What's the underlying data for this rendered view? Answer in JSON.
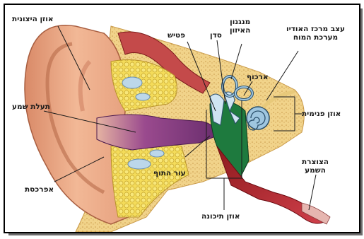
{
  "labels": {
    "outer_ear": "אוזן היצונית",
    "ear_canal": "תעלת שמע",
    "earlobe": "אפרכסת",
    "hammer": "פטיש",
    "anvil": "סדן",
    "balance_1": "מנגנון",
    "balance_2": "האיזון",
    "nerve_1": "עצב מרכז האודיו",
    "nerve_2": "מערכת המוח",
    "cochlea": "ארכוף",
    "inner_ear": "אוזן פנימית",
    "eardrum": "עור התוף",
    "middle_ear": "אוזן תיכונה",
    "tube_1": "הצוצרת",
    "tube_2": "השמע"
  },
  "colors": {
    "skin": "#e8a584",
    "bone": "#f0d64e",
    "canal": "#8a3f86",
    "middle": "#1a6a3a",
    "tube": "#b8202a",
    "cochlea": "#9fc6e0"
  }
}
